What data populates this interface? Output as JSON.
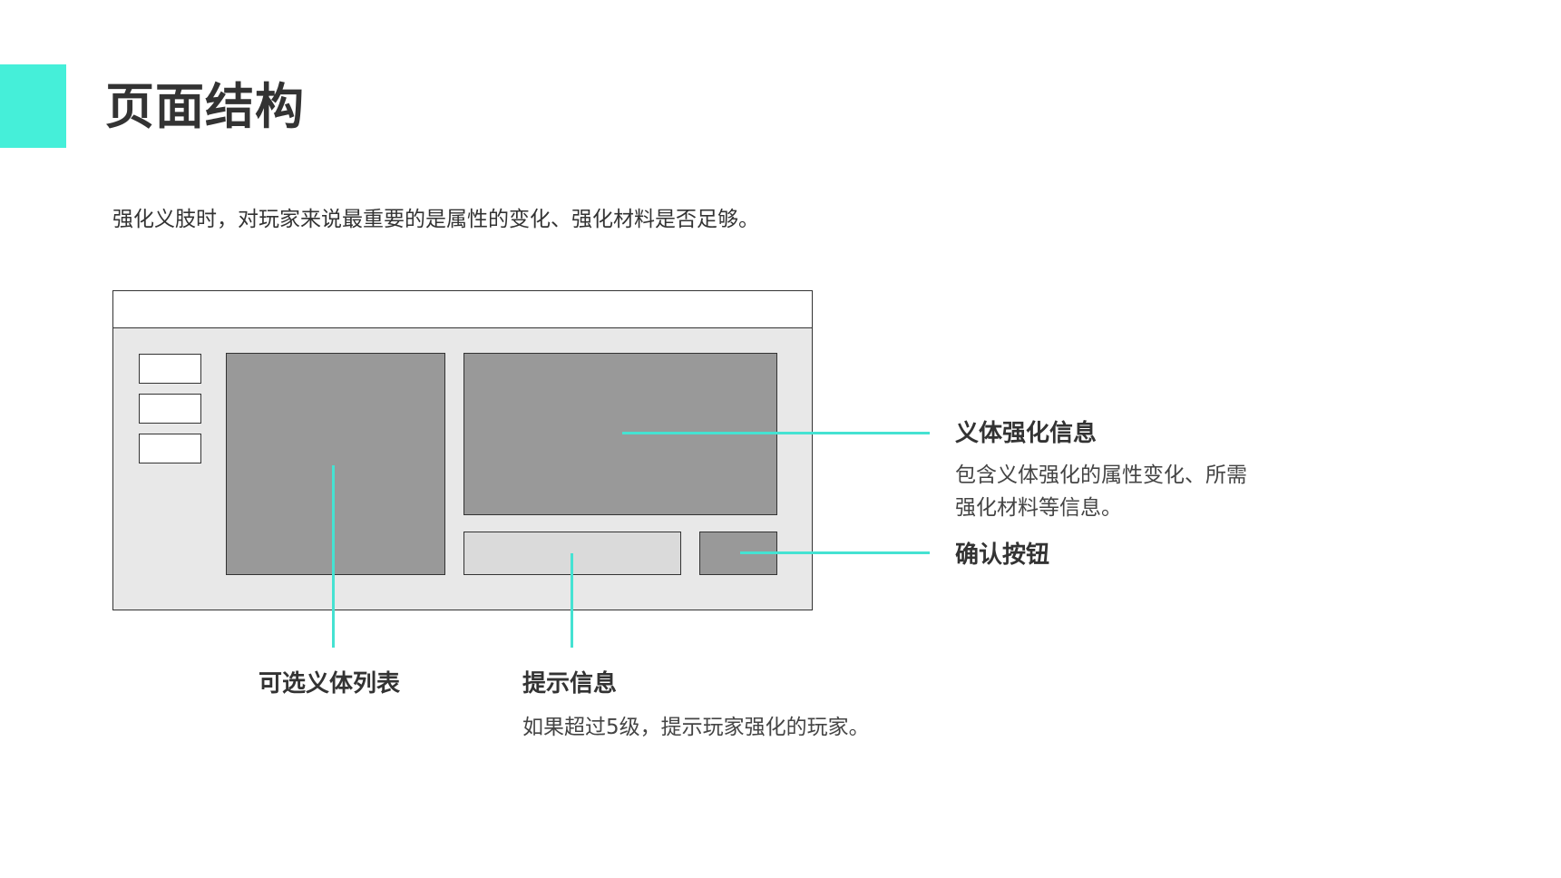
{
  "colors": {
    "accent": "#45efd9",
    "leader_line": "#45e2d2",
    "frame_background": "#e8e8e8",
    "block_dark": "#999999",
    "block_light": "#dadada",
    "text": "#333333"
  },
  "page": {
    "title": "页面结构",
    "intro": "强化义肢时，对玩家来说最重要的是属性的变化、强化材料是否足够。"
  },
  "callouts": {
    "info": {
      "title": "义体强化信息",
      "description_line1": "包含义体强化的属性变化、所需",
      "description_line2": "强化材料等信息。"
    },
    "confirm": {
      "title": "确认按钮"
    },
    "list": {
      "title": "可选义体列表"
    },
    "tip": {
      "title": "提示信息",
      "description": "如果超过5级，提示玩家强化的玩家。"
    }
  }
}
